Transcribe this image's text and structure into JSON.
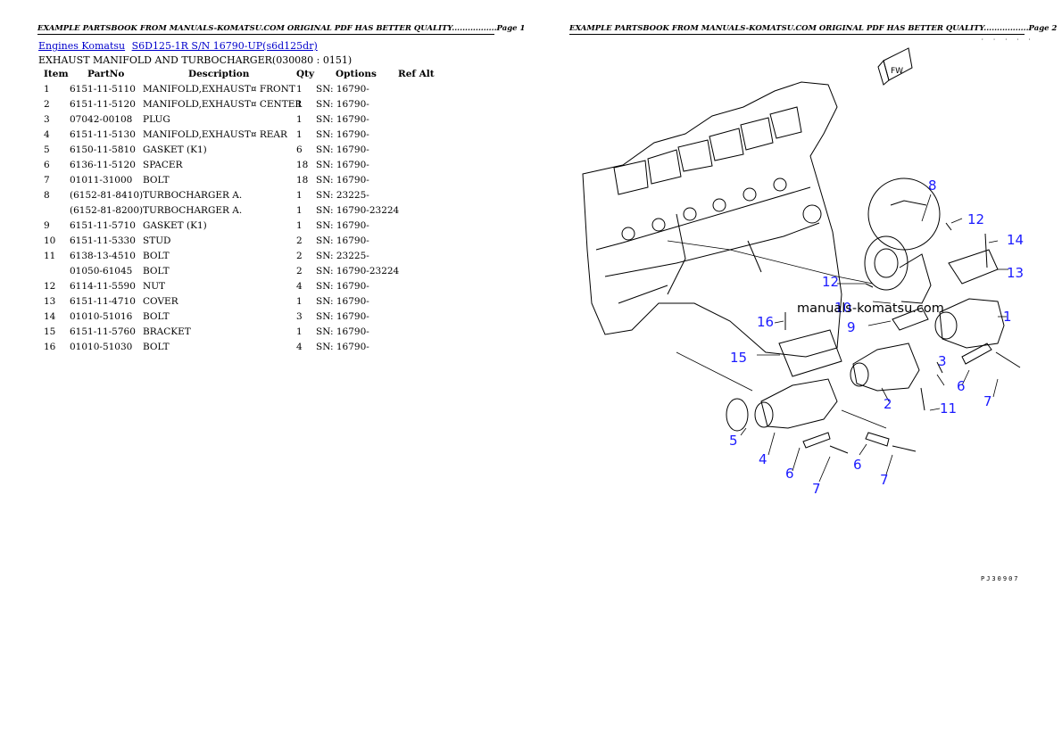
{
  "headers": {
    "page1": "EXAMPLE PARTSBOOK FROM MANUALS-KOMATSU.COM ORIGINAL PDF HAS BETTER QUALITY.................Page 1",
    "page2": "EXAMPLE PARTSBOOK FROM MANUALS-KOMATSU.COM ORIGINAL PDF HAS BETTER QUALITY.................Page 2"
  },
  "breadcrumb": {
    "link1": "Engines Komatsu",
    "link2": "S6D125-1R S/N  16790-UP(s6d125dr)"
  },
  "section_title": "EXHAUST MANIFOLD AND TURBOCHARGER(030080 : 0151)",
  "table": {
    "columns": [
      "Item",
      "PartNo",
      "Description",
      "Qty",
      "Options",
      "Ref Alt"
    ],
    "rows": [
      {
        "item": "1",
        "part": "6151-11-5110",
        "desc": "MANIFOLD,EXHAUST¤ FRONT",
        "qty": "1",
        "opt": "SN: 16790-"
      },
      {
        "item": "2",
        "part": "6151-11-5120",
        "desc": "MANIFOLD,EXHAUST¤ CENTER",
        "qty": "1",
        "opt": "SN: 16790-"
      },
      {
        "item": "3",
        "part": "07042-00108",
        "desc": "PLUG",
        "qty": "1",
        "opt": "SN: 16790-"
      },
      {
        "item": "4",
        "part": "6151-11-5130",
        "desc": "MANIFOLD,EXHAUST¤ REAR",
        "qty": "1",
        "opt": "SN: 16790-"
      },
      {
        "item": "5",
        "part": "6150-11-5810",
        "desc": "GASKET (K1)",
        "qty": "6",
        "opt": "SN: 16790-"
      },
      {
        "item": "6",
        "part": "6136-11-5120",
        "desc": "SPACER",
        "qty": "18",
        "opt": "SN: 16790-"
      },
      {
        "item": "7",
        "part": "01011-31000",
        "desc": "BOLT",
        "qty": "18",
        "opt": "SN: 16790-"
      },
      {
        "item": "8",
        "part": "(6152-81-8410)",
        "desc": "TURBOCHARGER A.",
        "qty": "1",
        "opt": "SN: 23225-"
      },
      {
        "item": "",
        "part": "(6152-81-8200)",
        "desc": "TURBOCHARGER A.",
        "qty": "1",
        "opt": "SN: 16790-23224"
      },
      {
        "item": "9",
        "part": "6151-11-5710",
        "desc": "GASKET (K1)",
        "qty": "1",
        "opt": "SN: 16790-"
      },
      {
        "item": "10",
        "part": "6151-11-5330",
        "desc": "STUD",
        "qty": "2",
        "opt": "SN: 16790-"
      },
      {
        "item": "11",
        "part": "6138-13-4510",
        "desc": "BOLT",
        "qty": "2",
        "opt": "SN: 23225-"
      },
      {
        "item": "",
        "part": "01050-61045",
        "desc": "BOLT",
        "qty": "2",
        "opt": "SN: 16790-23224"
      },
      {
        "item": "12",
        "part": "6114-11-5590",
        "desc": "NUT",
        "qty": "4",
        "opt": "SN: 16790-"
      },
      {
        "item": "13",
        "part": "6151-11-4710",
        "desc": "COVER",
        "qty": "1",
        "opt": "SN: 16790-"
      },
      {
        "item": "14",
        "part": "01010-51016",
        "desc": "BOLT",
        "qty": "3",
        "opt": "SN: 16790-"
      },
      {
        "item": "15",
        "part": "6151-11-5760",
        "desc": "BRACKET",
        "qty": "1",
        "opt": "SN: 16790-"
      },
      {
        "item": "16",
        "part": "01010-51030",
        "desc": "BOLT",
        "qty": "4",
        "opt": "SN: 16790-"
      }
    ]
  },
  "diagram": {
    "watermark": "manuals-komatsu.com",
    "fw_label": "FW",
    "callouts": [
      "8",
      "12",
      "14",
      "13",
      "12",
      "10",
      "1",
      "9",
      "16",
      "15",
      "3",
      "6",
      "7",
      "2",
      "11",
      "5",
      "4",
      "6",
      "7",
      "6",
      "7"
    ],
    "code": "PJ30907"
  },
  "colors": {
    "link": "#0000cc",
    "callout": "#1a1aff"
  }
}
